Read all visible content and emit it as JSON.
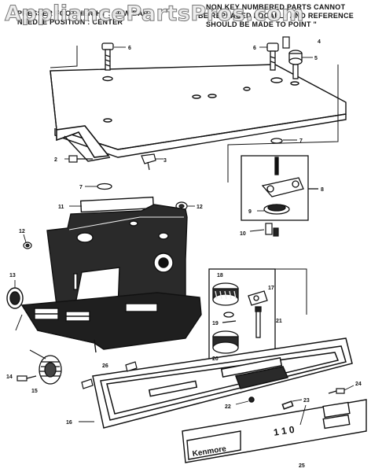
{
  "notes": {
    "left_line1": "PRESSER FOOT HEIGHT : LOW BAR",
    "left_line2": "NEEDLE POSITION : CENTER",
    "right_line1": "NON KEY NUMBERED PARTS CANNOT",
    "right_line2": "BE REPLACED LOCALLY AND REFERENCE",
    "right_line3": "SHOULD BE MADE TO POINT \""
  },
  "watermark": "AppliancePartsPros.com",
  "brand": "Kenmore",
  "callouts": [
    "2",
    "3",
    "4",
    "5",
    "6",
    "6",
    "7",
    "7",
    "8",
    "9",
    "10",
    "11",
    "12",
    "12",
    "13",
    "14",
    "15",
    "16",
    "17",
    "18",
    "19",
    "20",
    "21",
    "22",
    "23",
    "24",
    "25",
    "26"
  ]
}
